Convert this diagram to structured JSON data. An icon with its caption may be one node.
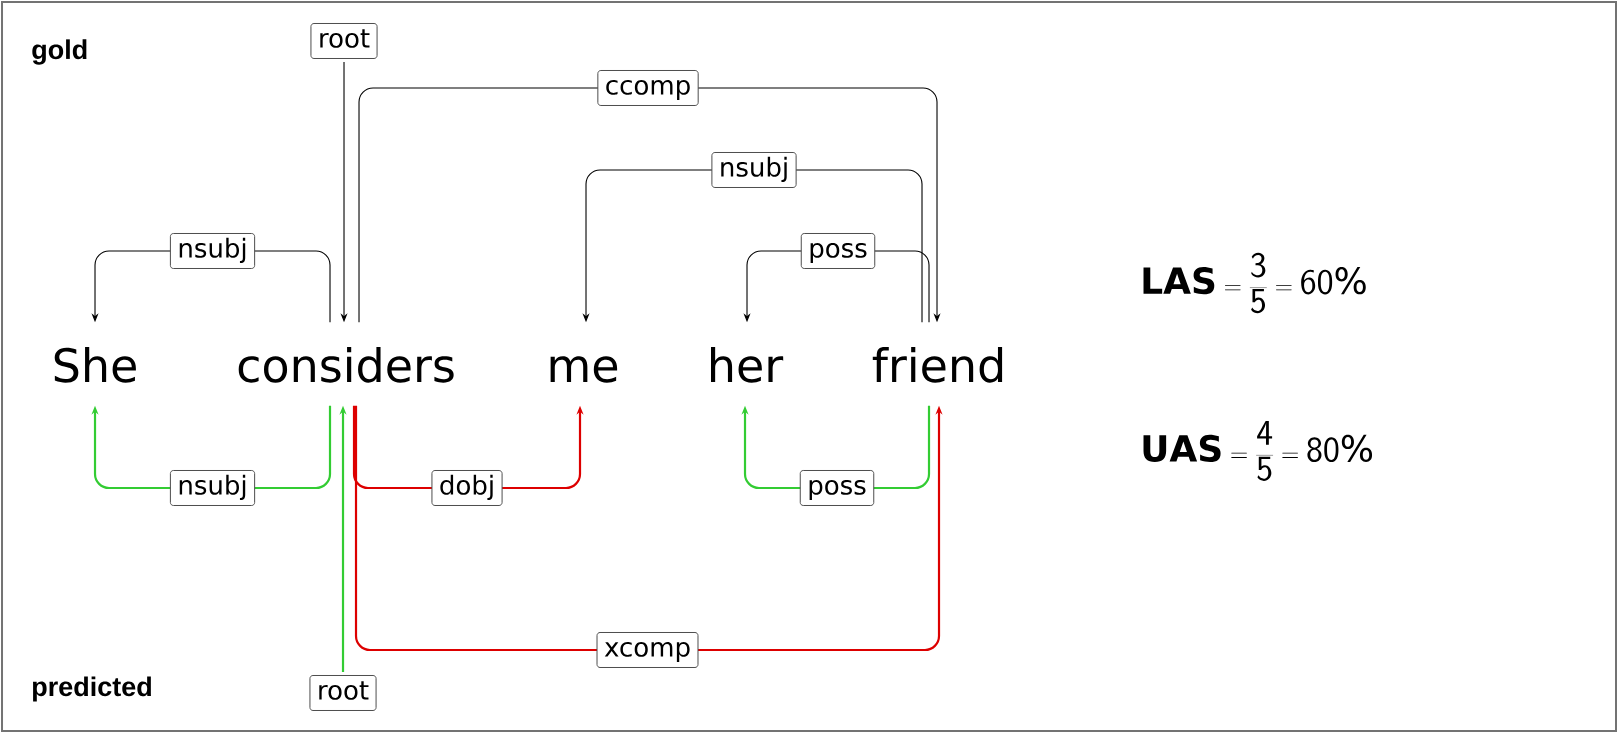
{
  "diagram": {
    "nodes": [
      {
        "text": [
          "She"
        ]
      },
      {
        "text": [
          "considers"
        ]
      },
      {
        "text": [
          "me"
        ]
      },
      {
        "text": [
          "her"
        ]
      },
      {
        "text": [
          "friend"
        ]
      }
    ],
    "edges": [
      {
        "from": null,
        "to": 1,
        "arrow": "to",
        "label": "root"
      },
      {
        "from": 1,
        "to": 0,
        "arrow": "to",
        "label": "nsubj"
      },
      {
        "from": 1,
        "to": 4,
        "arrow": "to",
        "label": "ccomp"
      },
      {
        "from": 4,
        "to": 2,
        "arrow": "to",
        "label": "nsubj"
      },
      {
        "from": 4,
        "to": 3,
        "arrow": "to",
        "label": "poss"
      },
      {
        "from": 1,
        "to": 0,
        "arrow": "to",
        "label": "nsubj",
        "color": "#33cc33"
      },
      {
        "from": 1,
        "to": 2,
        "arrow": "to",
        "label": "dobj",
        "color": "#dd0000"
      },
      {
        "from": 4,
        "to": 3,
        "arrow": "to",
        "label": "poss",
        "color": "#33cc33"
      },
      {
        "from": 1,
        "to": 4,
        "arrow": "to",
        "label": "xcomp",
        "color": "#dd0000"
      },
      {
        "from": null,
        "to": 1,
        "arrow": "to",
        "label": "root",
        "color": "#33cc33"
      }
    ],
    "labels": [
      "gold",
      "predicted",
      "\\mathbf{LAS}=\\frac{\\mathsf{3}}{\\mathsf{5}}=\\mathsf{60\\%}",
      "\\mathbf{UAS}=\\frac{\\mathsf{4}}{\\mathsf{5}}=\\mathsf{80\\%}"
    ]
  }
}
